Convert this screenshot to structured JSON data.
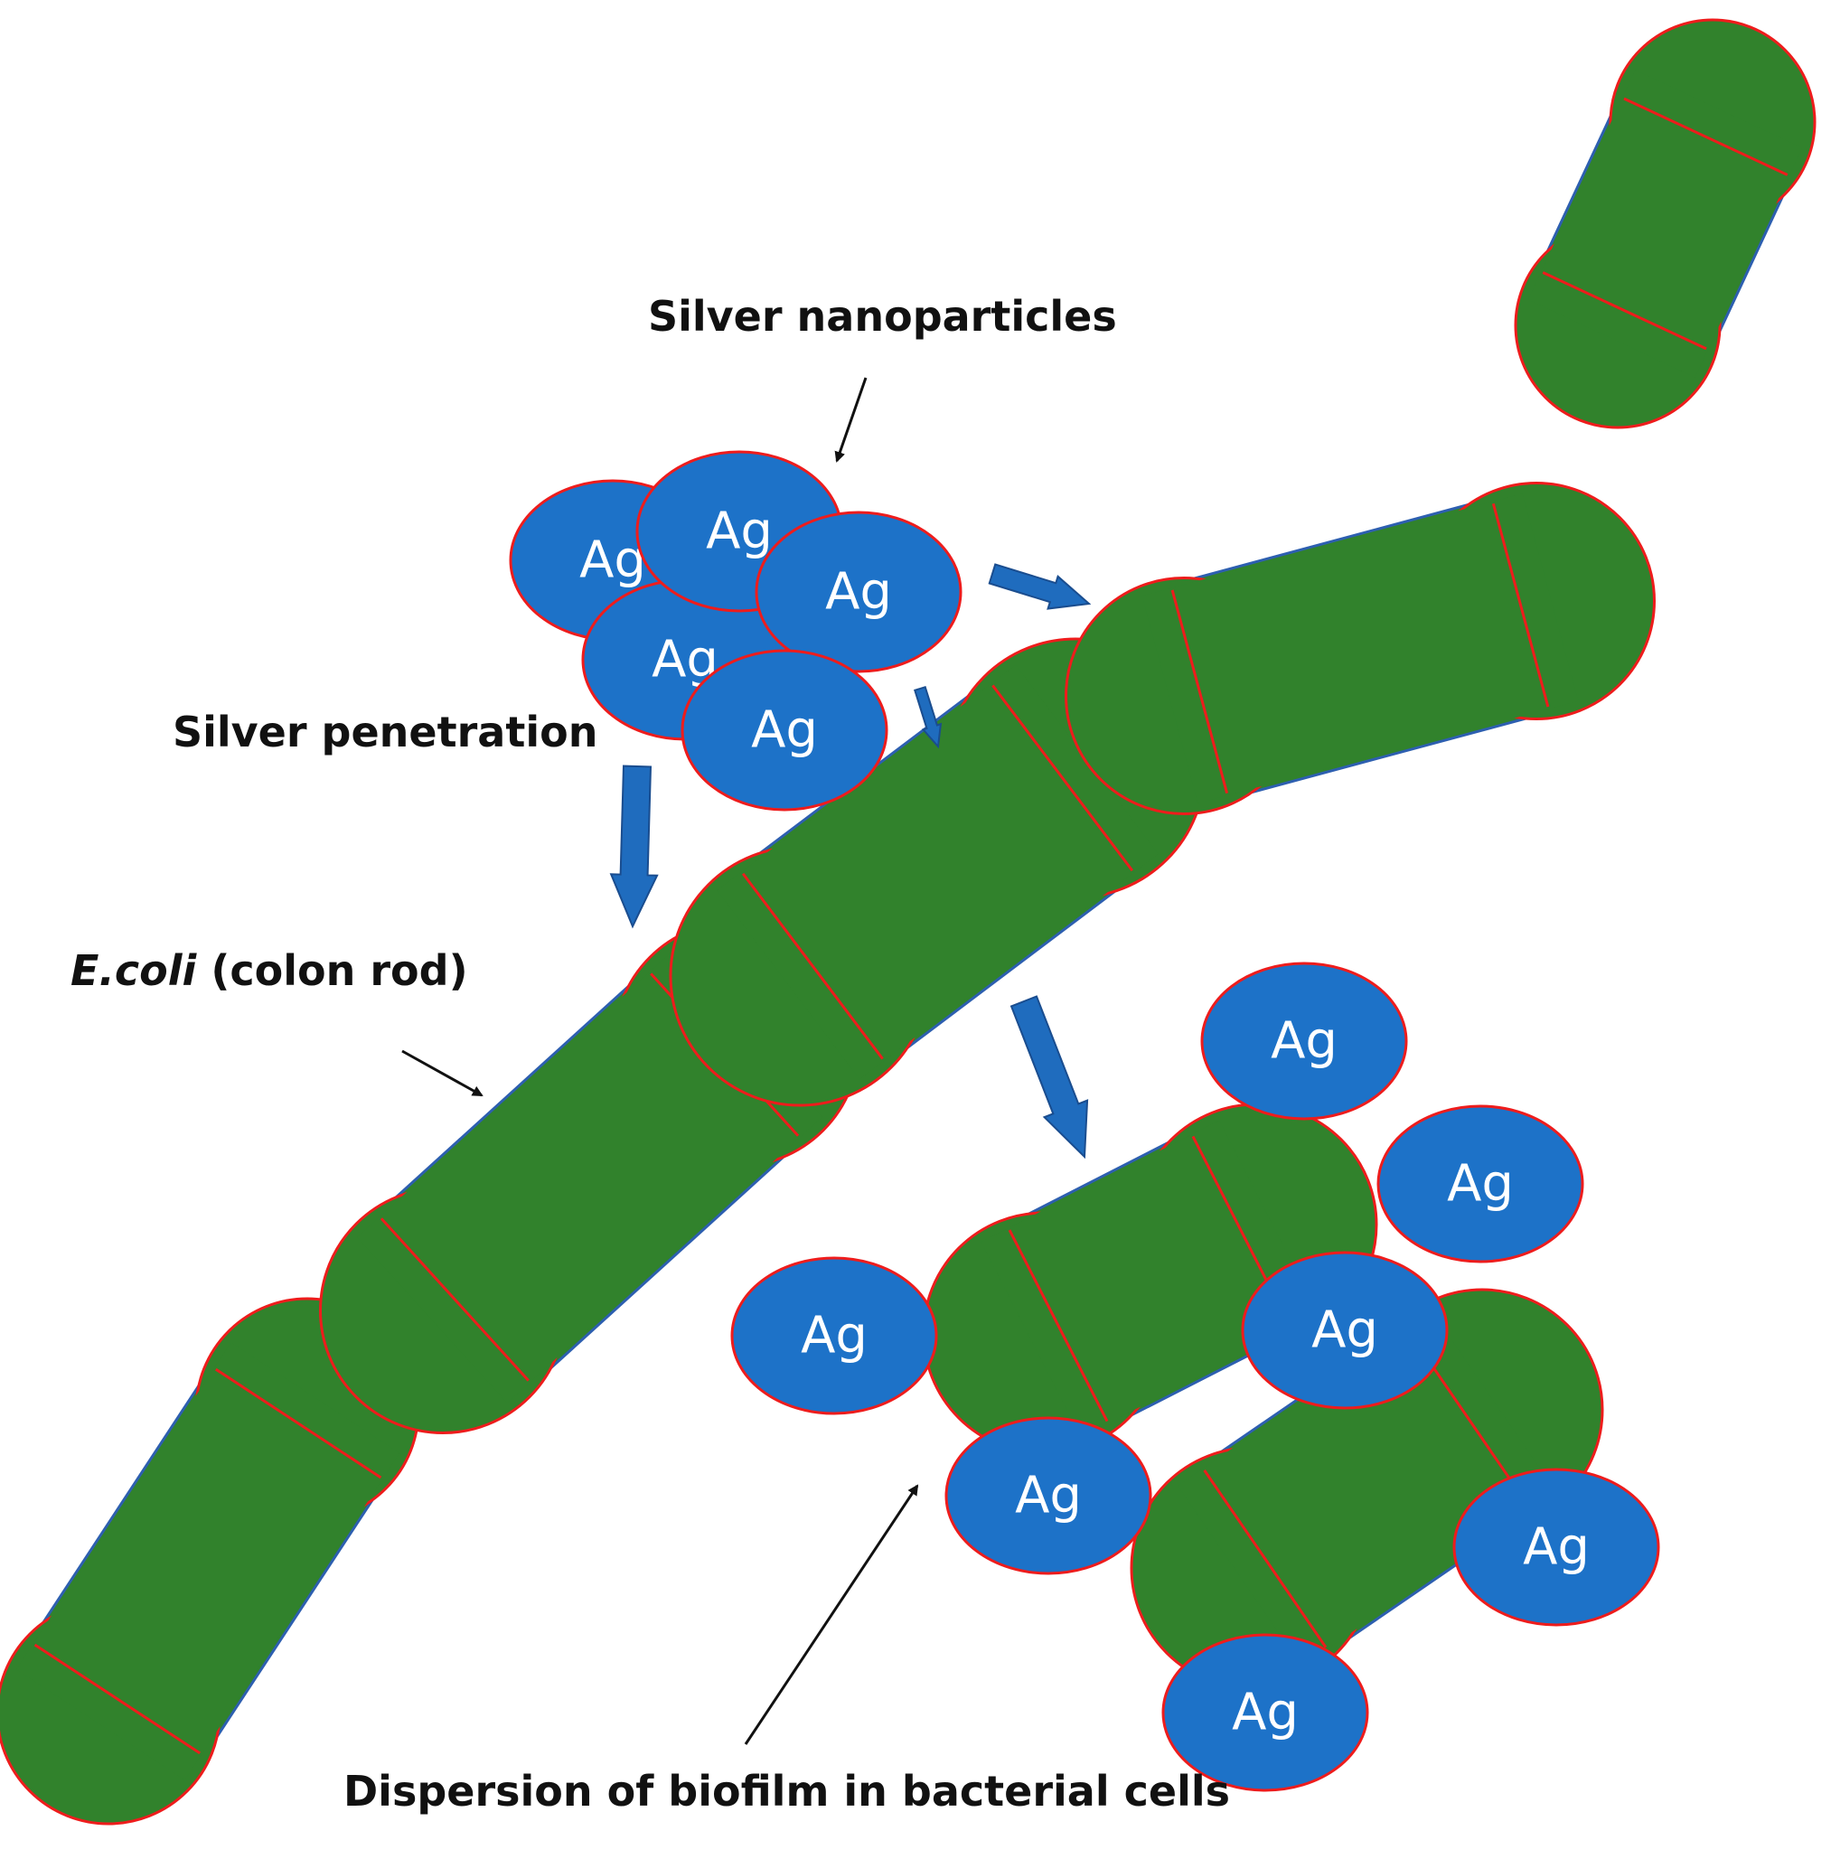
{
  "colors": {
    "cell_fill": "#31822c",
    "cell_outline": "#2d5fb0",
    "cell_septum": "#ee1c1c",
    "particle_fill": "#1d72c8",
    "particle_outline": "#ee1c1c",
    "particle_text": "#ffffff",
    "arrow_fill": "#1f6cbe"
  },
  "particle_symbol": "Ag",
  "labels": {
    "silver_nanoparticles": "Silver nanoparticles",
    "silver_penetration": "Silver penetration",
    "ecoli_italic": "E.coli",
    "ecoli_rest": " (colon rod)",
    "dispersion": "Dispersion of biofilm in bacterial cells"
  }
}
